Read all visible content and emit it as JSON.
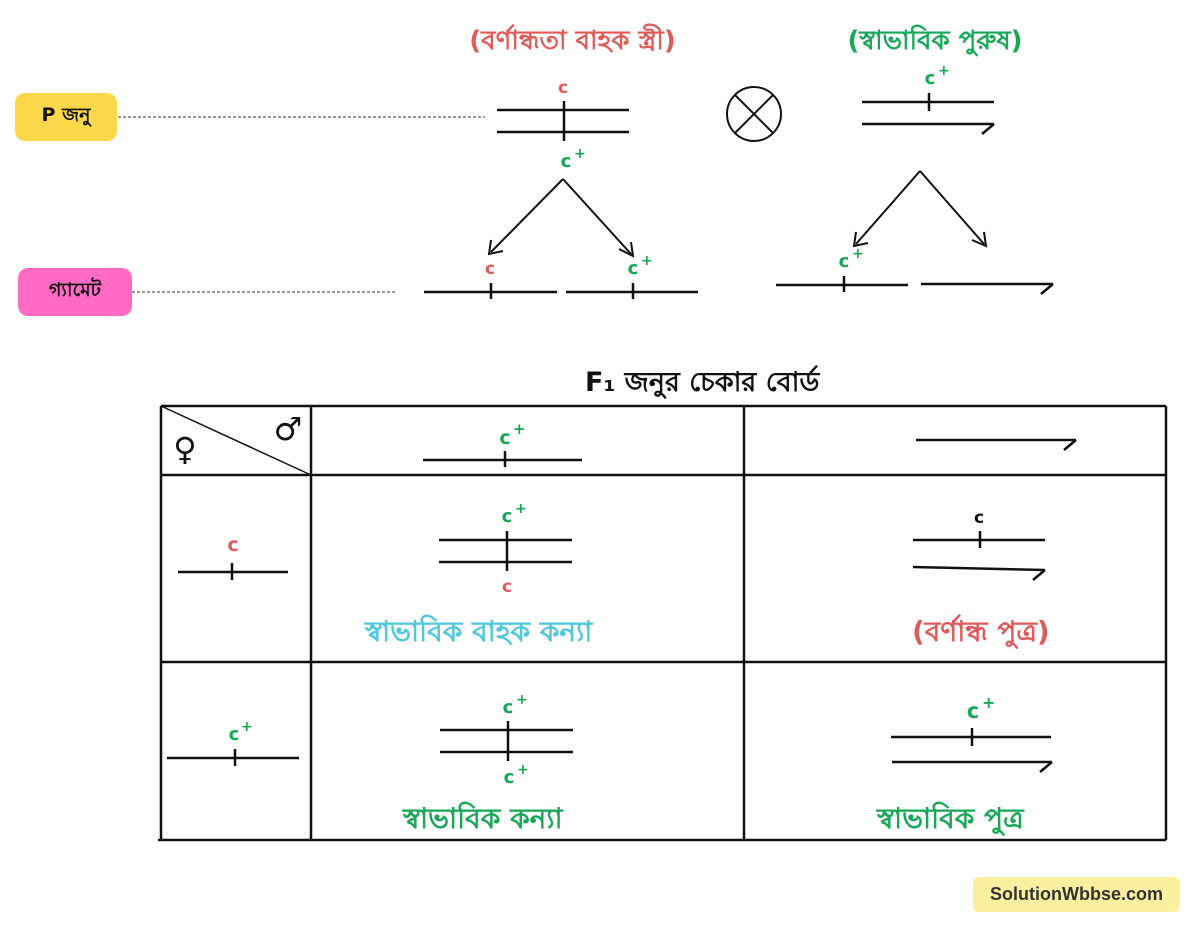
{
  "badges": {
    "p_generation": "P জনু",
    "gamete": "গ্যামেট"
  },
  "parents": {
    "female_label": "(বর্ণান্ধতা বাহক স্ত্রী)",
    "male_label": "(স্বাভাবিক পুরুষ)"
  },
  "alleles": {
    "recessive": "c",
    "normal": "c",
    "plus": "+"
  },
  "checkerboard": {
    "title": "F₁ জনুর চেকার বোর্ড",
    "female_symbol": "♀",
    "male_symbol": "♂",
    "cells": {
      "r1c1_label": "স্বাভাবিক বাহক কন্যা",
      "r1c2_label": "(বর্ণান্ধ পুত্র)",
      "r2c1_label": "স্বাভাবিক কন্যা",
      "r2c2_label": "স্বাভাবিক পুত্র"
    }
  },
  "colors": {
    "red": "#e05a5a",
    "green": "#17a857",
    "cyan": "#4fc8dd",
    "yellow_badge": "#fbd84a",
    "pink_badge": "#ff6ac4"
  },
  "watermark": "SolutionWbbse.com"
}
